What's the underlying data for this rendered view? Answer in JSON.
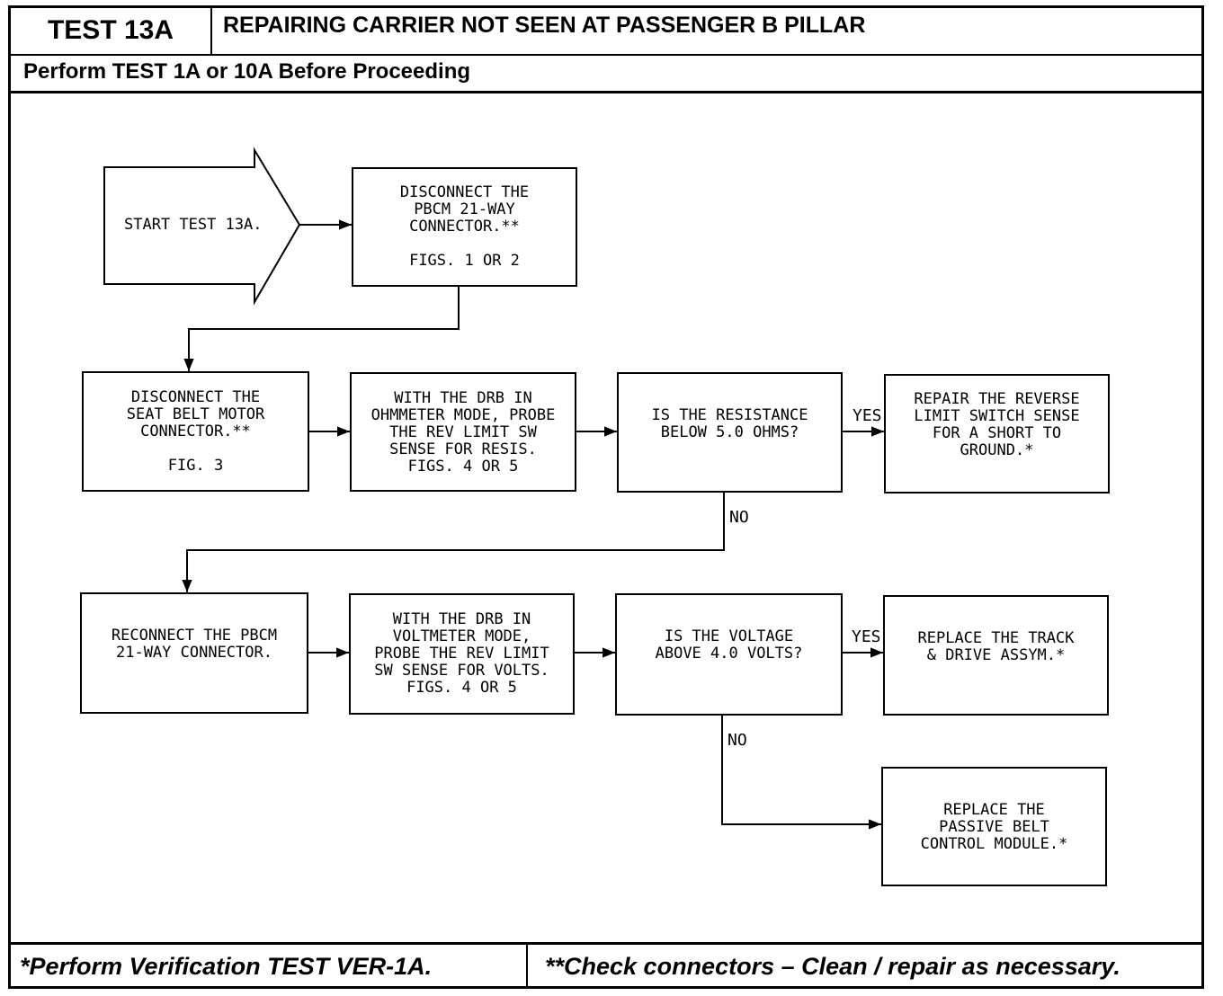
{
  "header": {
    "test_id": "TEST 13A",
    "title": "REPAIRING CARRIER NOT SEEN AT PASSENGER B PILLAR",
    "subtitle": "Perform TEST 1A or 10A Before Proceeding"
  },
  "flow": {
    "start": "START TEST 13A.",
    "step1": {
      "text": "DISCONNECT THE\nPBCM 21-WAY\nCONNECTOR.**",
      "ref": "FIGS. 1 OR 2"
    },
    "step2": {
      "text": "DISCONNECT THE\nSEAT BELT MOTOR\nCONNECTOR.**",
      "ref": "FIG. 3"
    },
    "step3": {
      "text": "WITH THE DRB IN\nOHMMETER MODE, PROBE\nTHE REV LIMIT SW\nSENSE FOR RESIS.\nFIGS. 4 OR 5"
    },
    "question1": {
      "text": "IS THE RESISTANCE\nBELOW 5.0 OHMS?"
    },
    "result1": {
      "text": "REPAIR THE REVERSE\nLIMIT SWITCH SENSE\nFOR A SHORT TO\nGROUND.*"
    },
    "step4": {
      "text": "RECONNECT THE PBCM\n21-WAY CONNECTOR."
    },
    "step5": {
      "text": "WITH THE DRB IN\nVOLTMETER MODE,\nPROBE THE REV LIMIT\nSW SENSE FOR VOLTS.\nFIGS. 4 OR 5"
    },
    "question2": {
      "text": "IS THE VOLTAGE\nABOVE 4.0 VOLTS?"
    },
    "result2": {
      "text": "REPLACE THE TRACK\n& DRIVE ASSYM.*"
    },
    "result3": {
      "text": "REPLACE THE\nPASSIVE BELT\nCONTROL MODULE.*"
    },
    "labels": {
      "yes1": "YES",
      "no1": "NO",
      "yes2": "YES",
      "no2": "NO"
    }
  },
  "footer": {
    "left": "*Perform Verification TEST VER-1A.",
    "right": "**Check connectors – Clean / repair as necessary."
  }
}
